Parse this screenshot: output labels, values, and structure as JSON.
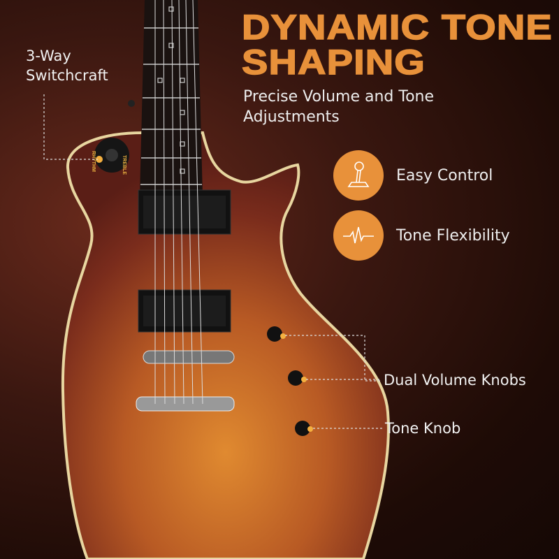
{
  "headline": {
    "line1": "DYNAMIC TONE",
    "line2": "SHAPING"
  },
  "subtitle": {
    "line1": "Precise Volume and Tone",
    "line2": "Adjustments"
  },
  "features": [
    {
      "icon": "joystick-icon",
      "label": "Easy Control"
    },
    {
      "icon": "waveform-icon",
      "label": "Tone Flexibility"
    }
  ],
  "callouts": {
    "switch": {
      "line1": "3-Way",
      "line2": "Switchcraft"
    },
    "volume": "Dual Volume Knobs",
    "tone": "Tone Knob"
  },
  "switch_markings": {
    "left": "RHYTHM",
    "right": "TREBLE"
  },
  "colors": {
    "accent": "#e8913a",
    "background": "#2a0f08",
    "text": "#eeeeee"
  }
}
